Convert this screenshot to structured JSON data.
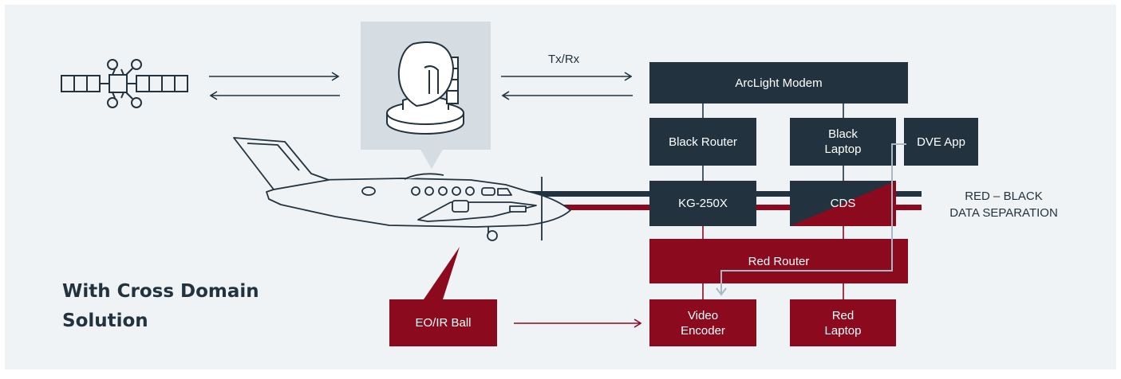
{
  "title": "With Cross Domain\nSolution",
  "link_label": "Tx/Rx",
  "separation_label": "RED – BLACK\nDATA SEPARATION",
  "boxes": {
    "modem": "ArcLight Modem",
    "black_router": "Black Router",
    "black_laptop": "Black\nLaptop",
    "dve_app": "DVE App",
    "kg": "KG-250X",
    "cds": "CDS",
    "red_router": "Red Router",
    "video_encoder": "Video\nEncoder",
    "red_laptop": "Red\nLaptop",
    "eoir": "EO/IR Ball"
  },
  "colors": {
    "dark": "#22333f",
    "red": "#8c0a1e",
    "background": "#eff3f5",
    "callout": "#d5dde3",
    "dve_line": "#a7b7c3"
  }
}
